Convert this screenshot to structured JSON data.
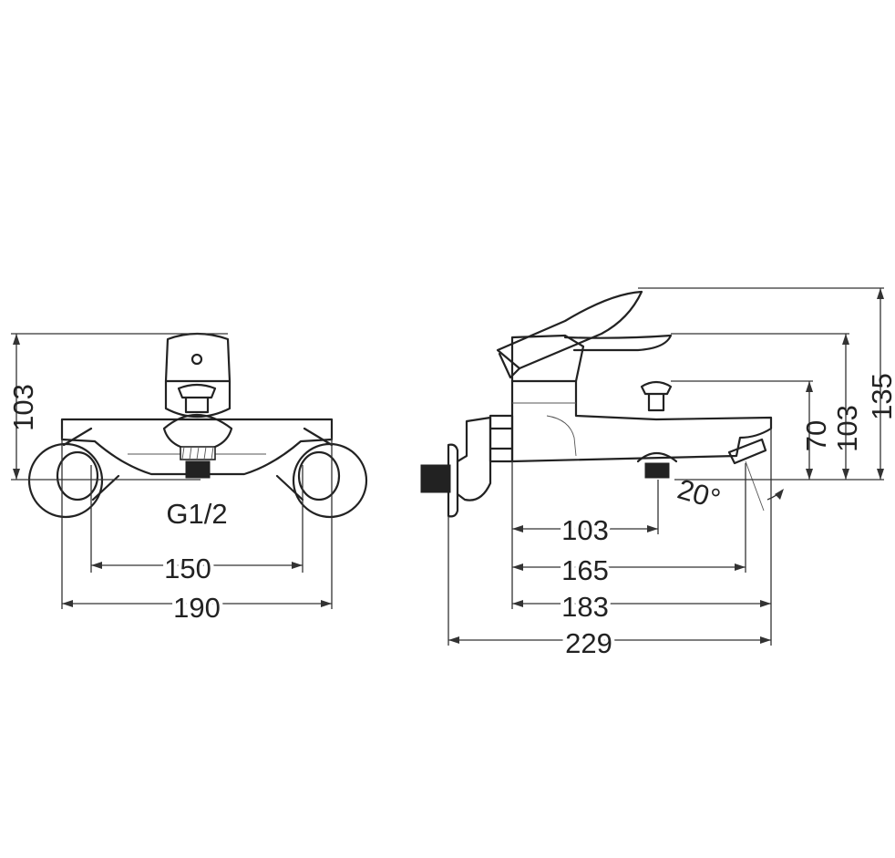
{
  "front_view": {
    "height_label": "103",
    "thread_label": "G1/2",
    "inner_width_label": "150",
    "outer_width_label": "190"
  },
  "side_view": {
    "spout_depth_label": "103",
    "aerator_depth_label": "165",
    "handle_depth_label": "183",
    "total_depth_label": "229",
    "height_70_label": "70",
    "height_103_label": "103",
    "height_135_label": "135",
    "angle_label": "20°"
  }
}
